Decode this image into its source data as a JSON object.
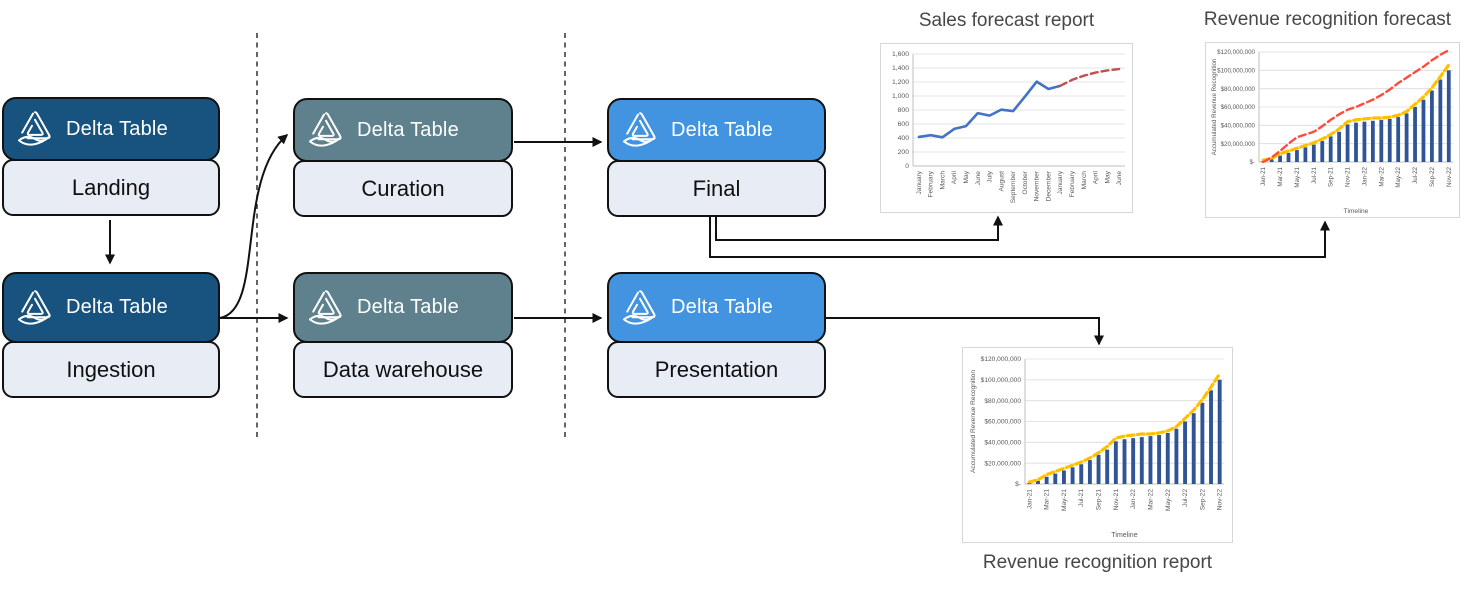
{
  "diagram": {
    "tables": [
      {
        "badge": "Delta Table",
        "name": "Landing"
      },
      {
        "badge": "Delta Table",
        "name": "Ingestion"
      },
      {
        "badge": "Delta Table",
        "name": "Curation"
      },
      {
        "badge": "Delta Table",
        "name": "Data warehouse"
      },
      {
        "badge": "Delta Table",
        "name": "Final"
      },
      {
        "badge": "Delta Table",
        "name": "Presentation"
      }
    ],
    "colors": {
      "landing_ingestion_header": "#17537E",
      "curation_warehouse_header": "#5E818D",
      "final_presentation_header": "#4394E0",
      "table_body_background": "#E8EDF5",
      "connector": "#111111",
      "sales_actual_line": "#4472C4",
      "sales_forecast_line": "#C0504D",
      "revenue_bar": "#2F5597",
      "revenue_trend_line": "#FFC000",
      "revenue_forecast_line": "#FF4B3E"
    }
  },
  "chart_data": [
    {
      "type": "line",
      "title": "Sales forecast report",
      "xlabel": "",
      "ylabel": "",
      "ylim": [
        0,
        1600
      ],
      "ytick_step": 200,
      "ytick_format": "plain",
      "grid": true,
      "legend": "none",
      "categories": [
        "January",
        "February",
        "March",
        "April",
        "May",
        "June",
        "July",
        "August",
        "September",
        "October",
        "November",
        "December",
        "January",
        "February",
        "March",
        "April",
        "May",
        "June"
      ],
      "series": [
        {
          "name": "actual",
          "color": "#4472C4",
          "style": "solid",
          "values": [
            415,
            440,
            410,
            530,
            570,
            755,
            720,
            805,
            785,
            990,
            1205,
            1100,
            1145,
            null,
            null,
            null,
            null,
            null
          ]
        },
        {
          "name": "forecast",
          "color": "#C0504D",
          "style": "dashed",
          "values": [
            null,
            null,
            null,
            null,
            null,
            null,
            null,
            null,
            null,
            null,
            null,
            null,
            1145,
            1230,
            1290,
            1335,
            1365,
            1385
          ]
        }
      ]
    },
    {
      "type": "bar-line",
      "title": "Revenue recognition forecast",
      "xlabel": "Timeline",
      "ylabel": "Accumulated Revenue Recognition",
      "ylim": [
        0,
        120000000
      ],
      "ytick_step": 20000000,
      "ytick_format": "usd",
      "grid": true,
      "legend": "none",
      "xtick_every": 2,
      "categories": [
        "Jan-21",
        "Feb-21",
        "Mar-21",
        "Apr-21",
        "May-21",
        "Jun-21",
        "Jul-21",
        "Aug-21",
        "Sep-21",
        "Oct-21",
        "Nov-21",
        "Dec-21",
        "Jan-22",
        "Feb-22",
        "Mar-22",
        "Apr-22",
        "May-22",
        "Jun-22",
        "Jul-22",
        "Aug-22",
        "Sep-22",
        "Oct-22",
        "Nov-22"
      ],
      "bars": {
        "name": "accumulated revenue",
        "color": "#2F5597",
        "values": [
          1000000,
          3000000,
          7000000,
          10000000,
          13000000,
          16000000,
          19000000,
          23000000,
          28000000,
          33000000,
          41000000,
          43000000,
          44000000,
          45000000,
          46000000,
          47000000,
          49000000,
          53000000,
          60000000,
          68000000,
          78000000,
          90000000,
          100000000
        ]
      },
      "series": [
        {
          "name": "recognition trend",
          "color": "#FFC000",
          "style": "dashed-thick",
          "values": [
            2000000,
            4000000,
            9000000,
            12000000,
            15000000,
            18000000,
            21000000,
            25000000,
            30000000,
            36000000,
            44000000,
            46000000,
            47000000,
            48000000,
            48000000,
            49000000,
            51000000,
            55000000,
            63000000,
            71000000,
            81000000,
            93000000,
            106000000
          ]
        },
        {
          "name": "forecast",
          "color": "#FF4B3E",
          "style": "dashed",
          "values": [
            0,
            5000000,
            12000000,
            20000000,
            27000000,
            30000000,
            33000000,
            39000000,
            46000000,
            52000000,
            57000000,
            60000000,
            64000000,
            68000000,
            73000000,
            79000000,
            86000000,
            92000000,
            98000000,
            104000000,
            111000000,
            117000000,
            122000000
          ]
        }
      ]
    },
    {
      "type": "bar-line",
      "title": "Revenue recognition report",
      "xlabel": "Timeline",
      "ylabel": "Accumulated Revenue Recognition",
      "ylim": [
        0,
        120000000
      ],
      "ytick_step": 20000000,
      "ytick_format": "usd",
      "grid": true,
      "legend": "none",
      "xtick_every": 2,
      "categories": [
        "Jan-21",
        "Feb-21",
        "Mar-21",
        "Apr-21",
        "May-21",
        "Jun-21",
        "Jul-21",
        "Aug-21",
        "Sep-21",
        "Oct-21",
        "Nov-21",
        "Dec-21",
        "Jan-22",
        "Feb-22",
        "Mar-22",
        "Apr-22",
        "May-22",
        "Jun-22",
        "Jul-22",
        "Aug-22",
        "Sep-22",
        "Oct-22",
        "Nov-22"
      ],
      "bars": {
        "name": "accumulated revenue",
        "color": "#2F5597",
        "values": [
          1000000,
          3000000,
          7000000,
          10000000,
          13000000,
          16000000,
          19000000,
          23000000,
          28000000,
          33000000,
          41000000,
          43000000,
          44000000,
          45000000,
          46000000,
          47000000,
          49000000,
          53000000,
          60000000,
          68000000,
          78000000,
          90000000,
          100000000
        ]
      },
      "series": [
        {
          "name": "recognition trend",
          "color": "#FFC000",
          "style": "dashed-thick",
          "values": [
            2000000,
            4000000,
            9000000,
            12000000,
            15000000,
            18000000,
            21000000,
            25000000,
            30000000,
            36000000,
            44000000,
            46000000,
            47000000,
            48000000,
            48000000,
            49000000,
            51000000,
            55000000,
            63000000,
            71000000,
            81000000,
            93000000,
            106000000
          ]
        }
      ]
    }
  ]
}
